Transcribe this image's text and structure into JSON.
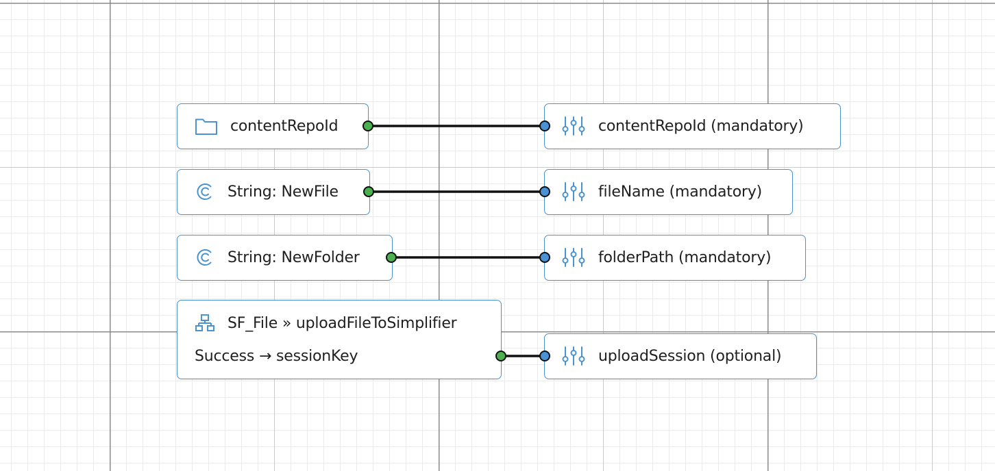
{
  "colors": {
    "node_border": "#4a93cf",
    "icon": "#4a93cf",
    "output_port": "#4caf50",
    "input_port": "#4b91d6",
    "wire": "#111111"
  },
  "sources": [
    {
      "icon": "folder-icon",
      "label": "contentRepoId"
    },
    {
      "icon": "constant-icon",
      "label": "String: NewFile"
    },
    {
      "icon": "constant-icon",
      "label": "String: NewFolder"
    },
    {
      "icon": "flow-icon",
      "label": "SF_File » uploadFileToSimplifier",
      "output_label": "Success → sessionKey"
    }
  ],
  "targets": [
    {
      "icon": "sliders-icon",
      "label": "contentRepoId (mandatory)"
    },
    {
      "icon": "sliders-icon",
      "label": "fileName (mandatory)"
    },
    {
      "icon": "sliders-icon",
      "label": "folderPath (mandatory)"
    },
    {
      "icon": "sliders-icon",
      "label": "uploadSession (optional)"
    }
  ],
  "connections": [
    {
      "from": 0,
      "to": 0
    },
    {
      "from": 1,
      "to": 1
    },
    {
      "from": 2,
      "to": 2
    },
    {
      "from": 3,
      "to": 3
    }
  ]
}
